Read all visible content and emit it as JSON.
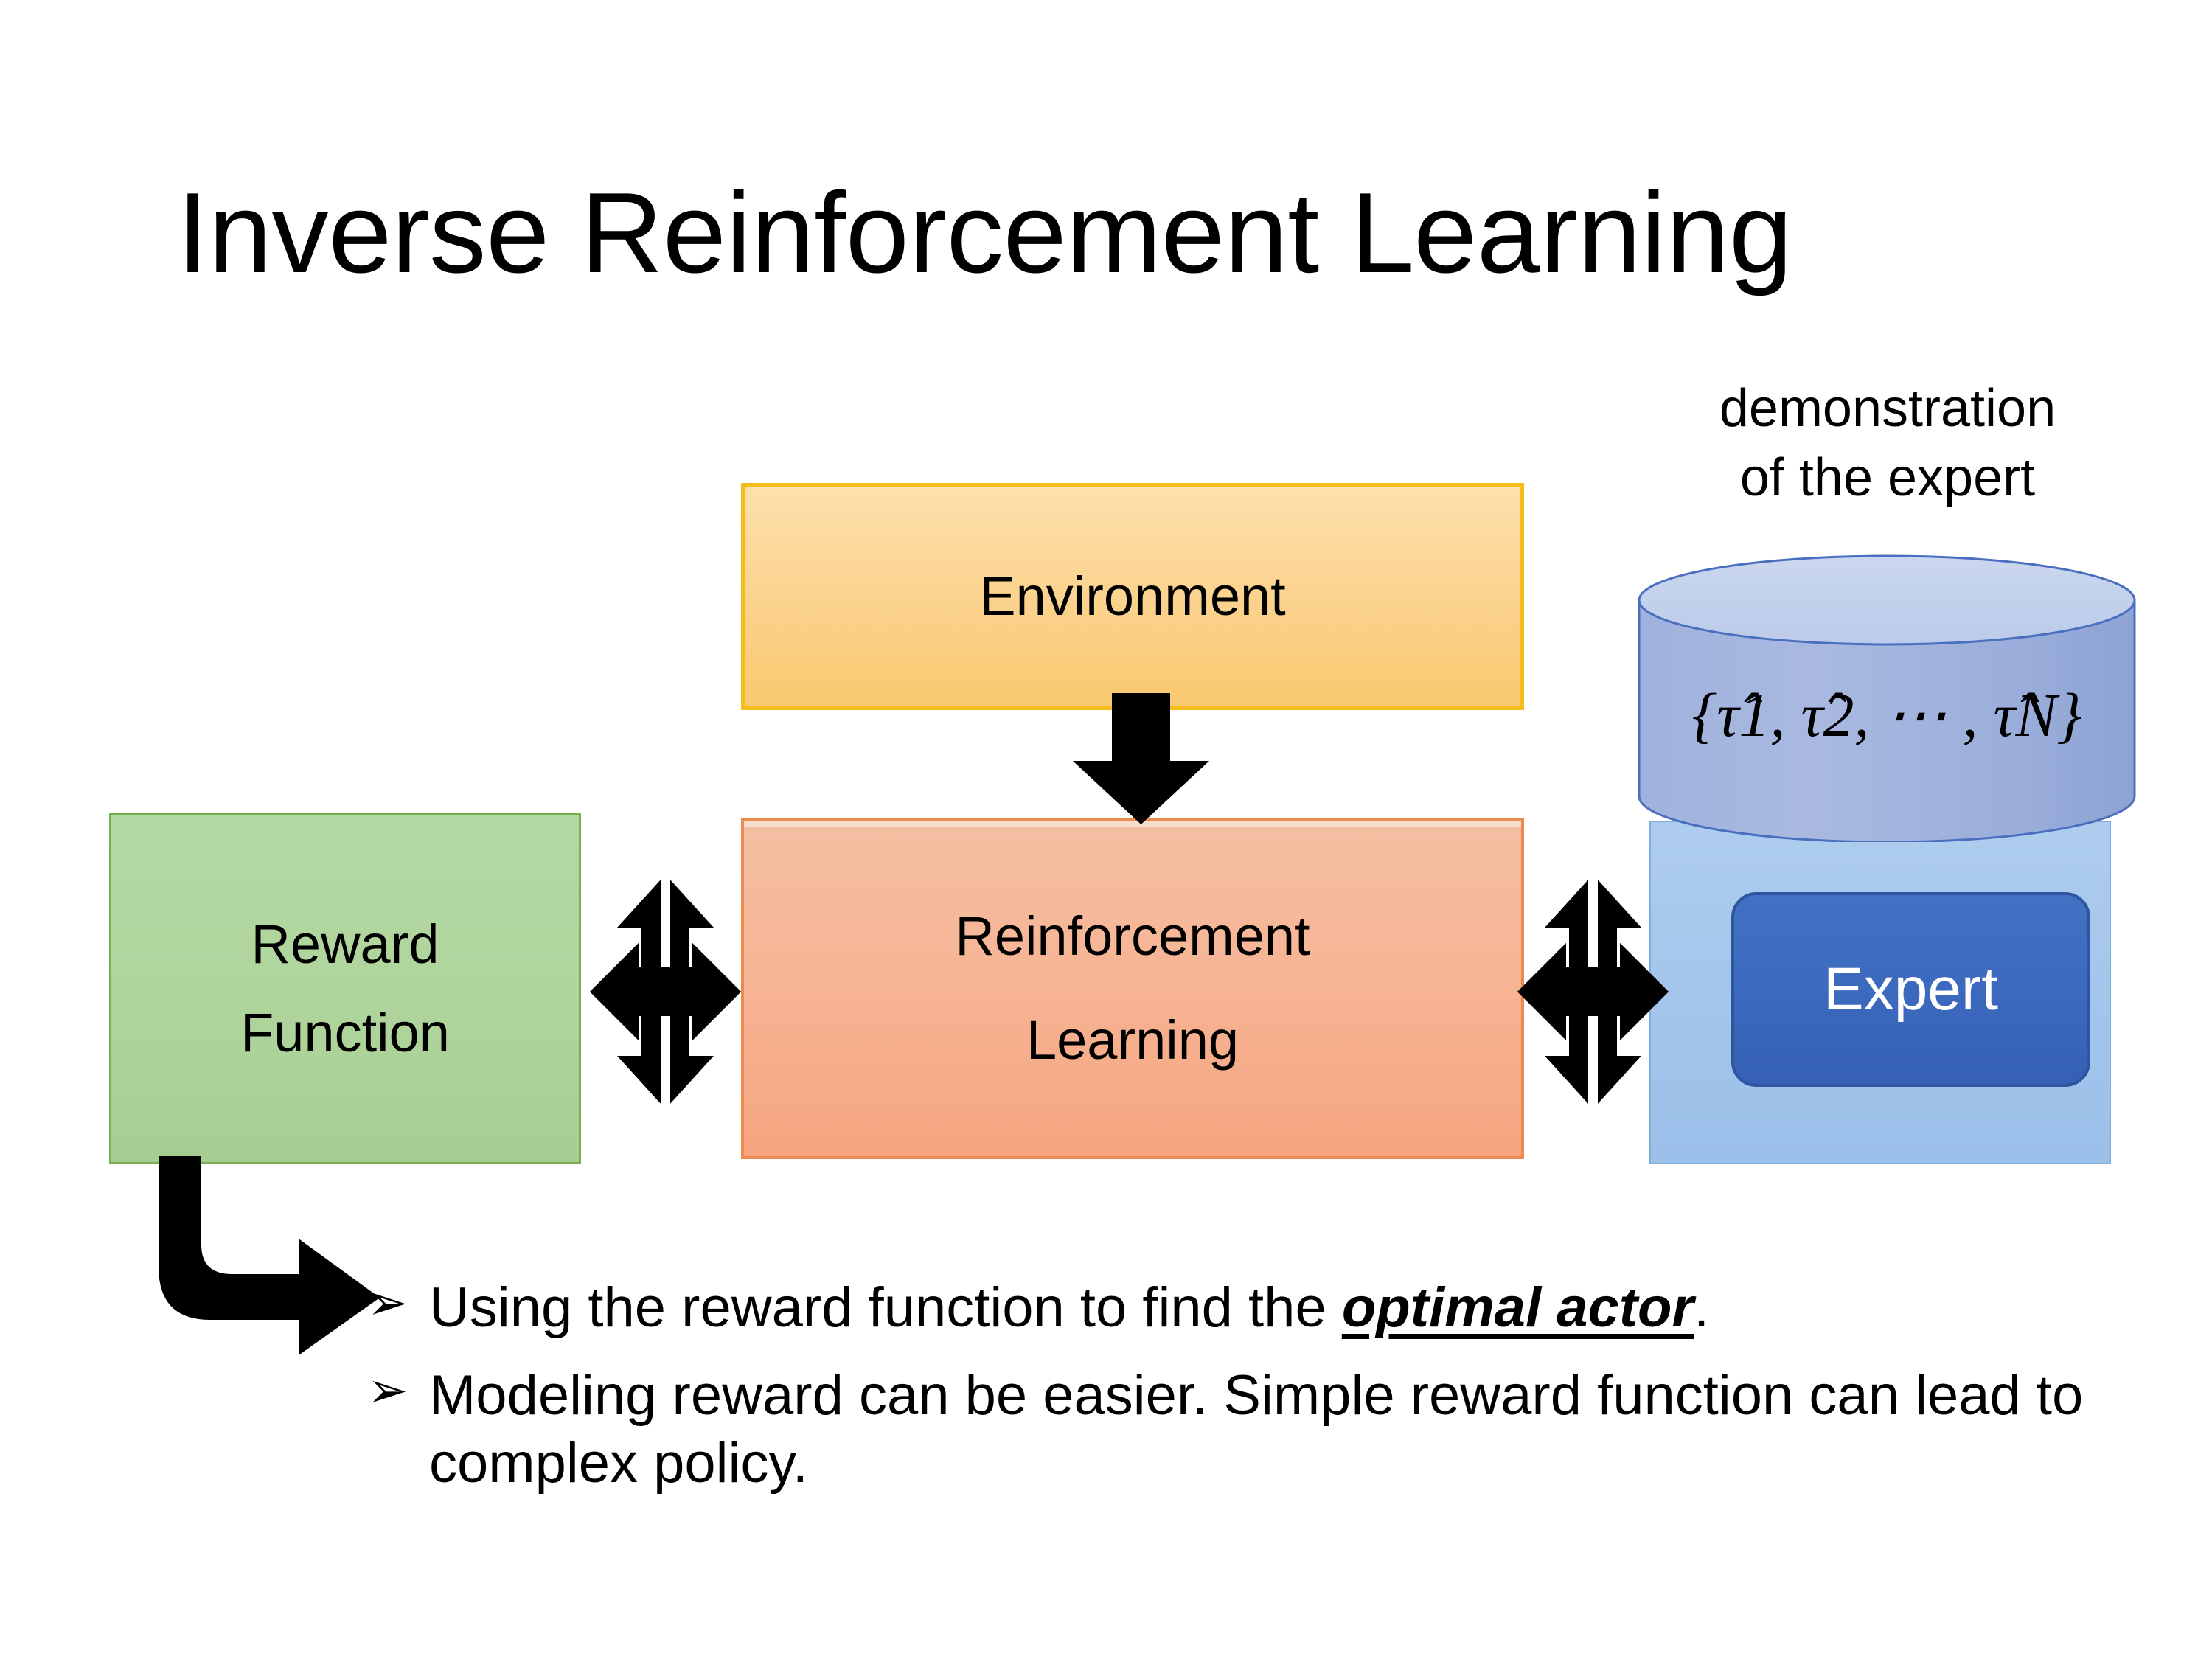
{
  "slide": {
    "title": "Inverse Reinforcement Learning",
    "background_color": "#FFFFFF"
  },
  "diagram": {
    "environment": {
      "label": "Environment",
      "fill_color": "#FBD28C",
      "border_color": "#F3BD1B"
    },
    "reinforcement_learning": {
      "label": "Reinforcement Learning",
      "label_line_1": "Reinforcement",
      "label_line_2": "Learning",
      "fill_color": "#F7B595",
      "border_color": "#ED8A4F"
    },
    "reward_function": {
      "label": "Reward Function",
      "label_line_1": "Reward",
      "label_line_2": "Function",
      "fill_color": "#AED49B",
      "border_color": "#7AAE55"
    },
    "expert_panel": {
      "fill_color": "#A3C5EB",
      "border_color": "#7FAEDC"
    },
    "expert_button": {
      "label": "Expert",
      "fill_color": "#3B68BC",
      "border_color": "#2F55A0",
      "text_color": "#FFFFFF"
    },
    "demonstration_store": {
      "caption_line_1": "demonstration",
      "caption_line_2": "of the expert",
      "formula": "{τ̂1, τ̂2, ⋯ , τ̂N}",
      "formula_plain": "{tau-hat 1, tau-hat 2, ..., tau-hat N}",
      "body_color": "#A3B4DC",
      "top_color": "#C7D4EC",
      "border_color": "#4A6FBF"
    },
    "arrows": {
      "environment_to_rl": "down-arrow",
      "reward_function_to_rl": "four-way-arrow",
      "rl_to_expert": "four-way-arrow",
      "reward_function_to_bullets": "elbow-arrow",
      "color": "#000000"
    }
  },
  "bullets": {
    "marker": "➢",
    "items": [
      {
        "text_before": "Using the reward function to find the ",
        "emphasis": "optimal actor",
        "text_after": "."
      },
      {
        "text_before": "Modeling reward can be easier. Simple reward function can lead to complex policy.",
        "emphasis": "",
        "text_after": ""
      }
    ]
  }
}
